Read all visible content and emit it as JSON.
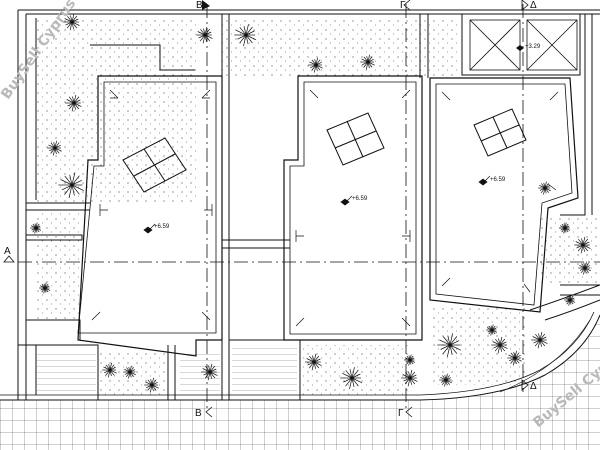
{
  "section_markers": {
    "B_top": "B",
    "G_top": "Γ",
    "D_top": "Δ",
    "A_left": "A",
    "B_bottom": "B",
    "G_bottom": "Γ",
    "D_bottom": "Δ"
  },
  "levels": {
    "house1": "+6.59",
    "house2": "+6.59",
    "house3": "+6.59",
    "parking": "+3.29"
  },
  "watermark": {
    "top_left": "BuySell Cyprus",
    "bottom_right": "BuySell Cyprus"
  },
  "colors": {
    "line": "#111111",
    "watermark": "#b9b9b9",
    "background": "#ffffff"
  }
}
